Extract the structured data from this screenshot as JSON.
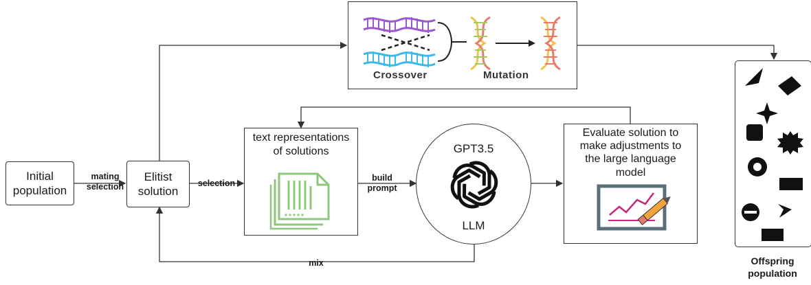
{
  "nodes": {
    "initial_population": "Initial\npopulation",
    "elitist_solution": "Elitist\nsolution",
    "text_representations": "text representations\nof solutions",
    "llm_top": "GPT3.5",
    "llm_bottom": "LLM",
    "evaluate": "Evaluate solution to\nmake adjustments to\nthe large language\nmodel",
    "offspring_caption": "Offspring\npopulation"
  },
  "genetic_ops": {
    "crossover": "Crossover",
    "mutation": "Mutation"
  },
  "edges": {
    "mating_selection": "mating\nselection",
    "selection": "selection",
    "build_prompt": "build\nprompt",
    "mix": "mix"
  },
  "colors": {
    "crossover_top": "#9b59d0",
    "crossover_bottom": "#3bb9e8",
    "mutation_a": "#f2c14e",
    "mutation_b": "#e87a6a",
    "document_green": "#8dc77b",
    "board_frame": "#5b6f7a",
    "chart_line": "#c8267a",
    "pencil": "#f2a33a"
  },
  "icons": [
    "document-icon",
    "openai-logo-icon",
    "chart-board-icon",
    "dna-crossover-icon",
    "dna-mutation-icon",
    "shapes-icon"
  ]
}
